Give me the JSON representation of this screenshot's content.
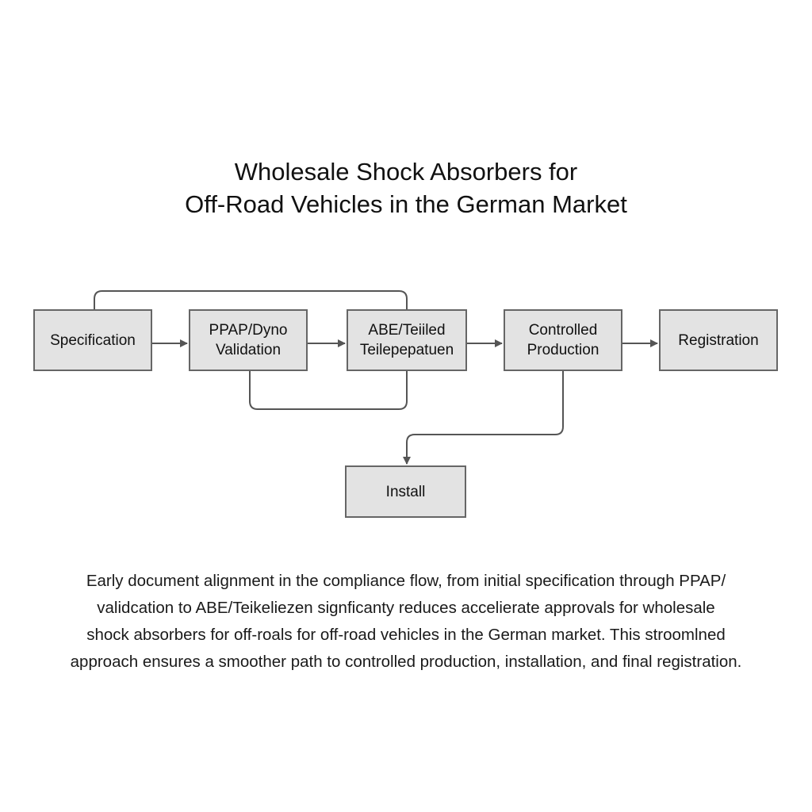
{
  "title": {
    "line1": "Wholesale Shock Absorbers for",
    "line2": "Off-Road Vehicles in the German Market"
  },
  "nodes": {
    "specification": "Specification",
    "validation": "PPAP/Dyno\nValidation",
    "abe": "ABE/Teiiled\nTeilepepatuen",
    "production": "Controlled\nProduction",
    "registration": "Registration",
    "install": "Install"
  },
  "description": [
    "Early document alignment in the compliance flow, from initial specification through PPAP/",
    "validcation to ABE/Teikeliezen signficanty reduces accelierate approvals for wholesale",
    "shock absorbers for off-roals for off-road vehicles in the German market. This stroomlned",
    "approach ensures a smoother path to controlled production, installation, and final registration."
  ],
  "colors": {
    "box_fill": "#e3e3e3",
    "line": "#555555"
  }
}
